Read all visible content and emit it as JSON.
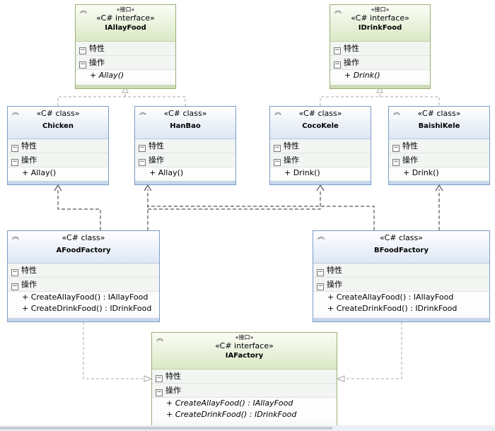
{
  "labels": {
    "stereo_small": "«接口»",
    "interface": "«C# interface»",
    "class": "«C# class»",
    "fields_section": "特性",
    "methods_section": "操作"
  },
  "icons": {
    "collapse": "double-chevron-up-icon",
    "section_toggle": "minus-box-icon"
  },
  "colors": {
    "class_border": "#7a9dc6",
    "interface_border": "#97b072",
    "connector": "#555555"
  },
  "boxes": {
    "iallayfood": {
      "name": "IAllayFood",
      "members": [
        "+ Allay()"
      ]
    },
    "idrinkfood": {
      "name": "IDrinkFood",
      "members": [
        "+ Drink()"
      ]
    },
    "chicken": {
      "name": "Chicken",
      "members": [
        "+ Allay()"
      ]
    },
    "hanbao": {
      "name": "HanBao",
      "members": [
        "+ Allay()"
      ]
    },
    "cocokele": {
      "name": "CocoKele",
      "members": [
        "+ Drink()"
      ]
    },
    "baishikele": {
      "name": "BaishiKele",
      "members": [
        "+ Drink()"
      ]
    },
    "afoodfactory": {
      "name": "AFoodFactory",
      "members": [
        "+ CreateAllayFood() : IAllayFood",
        "+ CreateDrinkFood() : IDrinkFood"
      ]
    },
    "bfoodfactory": {
      "name": "BFoodFactory",
      "members": [
        "+ CreateAllayFood() : IAllayFood",
        "+ CreateDrinkFood() : IDrinkFood"
      ]
    },
    "iafactory": {
      "name": "IAFactory",
      "members": [
        "+ CreateAllayFood() : IAllayFood",
        "+ CreateDrinkFood() : IDrinkFood"
      ]
    }
  }
}
